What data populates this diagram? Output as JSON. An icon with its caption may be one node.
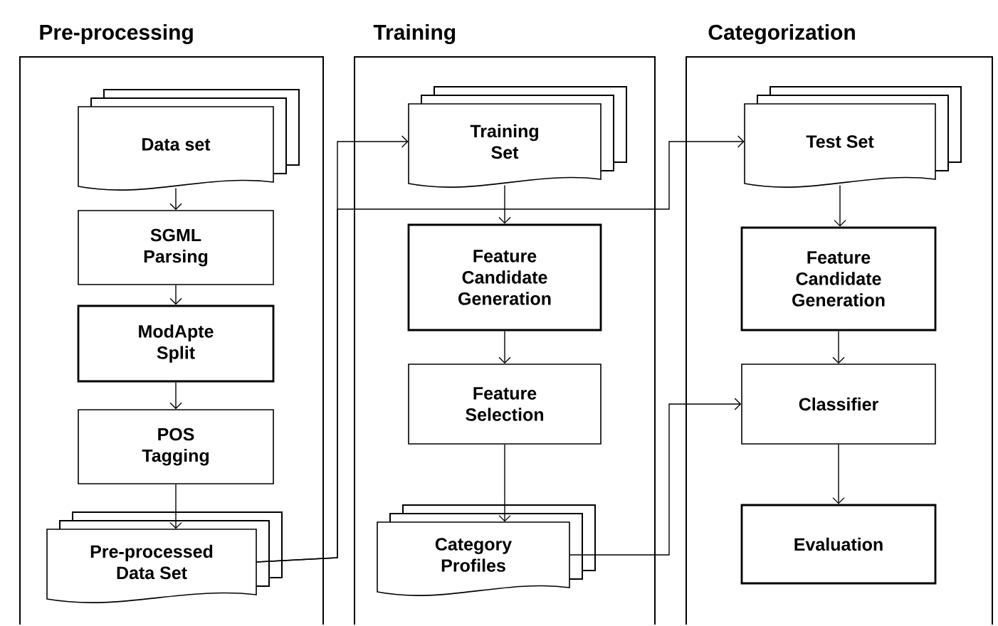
{
  "diagram": {
    "nodes": [
      {
        "text": [
          "Pre-processing"
        ]
      },
      {
        "text": [
          "Data set"
        ],
        "in": 0
      },
      {
        "text": [
          "SGML Parsing"
        ],
        "in": 0
      },
      {
        "text": [
          "ModApte Split"
        ],
        "in": 0
      },
      {
        "text": [
          "POS Tagging"
        ],
        "in": 0
      },
      {
        "text": [
          "Pre-processed Data Set"
        ],
        "in": 0
      },
      {
        "text": [
          "Training"
        ]
      },
      {
        "text": [
          "Training Set"
        ],
        "in": 6
      },
      {
        "text": [
          "Feature Candidate Generation"
        ],
        "in": 6
      },
      {
        "text": [
          "Feature Selection"
        ],
        "in": 6
      },
      {
        "text": [
          "Category Profiles"
        ],
        "in": 6
      },
      {
        "text": [
          "Categorization"
        ]
      },
      {
        "text": [
          "Test Set"
        ],
        "in": 11
      },
      {
        "text": [
          "Feature Candidate Generation"
        ],
        "in": 11
      },
      {
        "text": [
          "Classifier"
        ],
        "in": 11
      },
      {
        "text": [
          "Evaluation"
        ],
        "in": 11
      }
    ],
    "edges": [
      {
        "from": 1,
        "to": 2,
        "arrow": "to"
      },
      {
        "from": 2,
        "to": 3,
        "arrow": "to"
      },
      {
        "from": 3,
        "to": 4,
        "arrow": "to"
      },
      {
        "from": 4,
        "to": 5,
        "arrow": "to"
      },
      {
        "from": 5,
        "to": 7,
        "arrow": "to"
      },
      {
        "from": 5,
        "to": 12,
        "arrow": "to"
      },
      {
        "from": 7,
        "to": 8,
        "arrow": "to"
      },
      {
        "from": 8,
        "to": 9,
        "arrow": "to"
      },
      {
        "from": 9,
        "to": 10,
        "arrow": "to"
      },
      {
        "from": 10,
        "to": 14,
        "arrow": "to"
      },
      {
        "from": 12,
        "to": 13,
        "arrow": "to"
      },
      {
        "from": 13,
        "to": 14,
        "arrow": "to"
      },
      {
        "from": 14,
        "to": 15,
        "arrow": "to"
      }
    ]
  }
}
